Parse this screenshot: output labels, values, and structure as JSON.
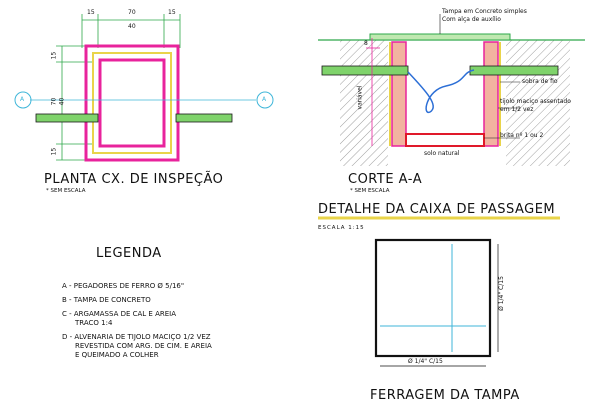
{
  "planta": {
    "title": "PLANTA CX. DE INSPEÇÃO",
    "subtitle": "* SEM ESCALA",
    "dims_top": [
      "15",
      "70",
      "15"
    ],
    "dim_inner": "40",
    "dims_left": [
      "15",
      "70",
      "15"
    ],
    "dim_inner_left": "40",
    "section_marker": "A"
  },
  "corte": {
    "title": "CORTE A-A",
    "subtitle": "* SEM ESCALA",
    "annotations": {
      "lid": "Tampa em Concreto simples",
      "handle": "Com alça de auxílio",
      "wire": "sobra de fio",
      "brick": "tijolo maciço assentado",
      "brick2": "em 1/2 vez",
      "gravel": "brita nº 1 ou 2",
      "soil": "solo natural"
    },
    "dim_top": "8",
    "dim_variable": "variável"
  },
  "legenda": {
    "title": "LEGENDA",
    "items": [
      "A - PEGADORES DE FERRO Ø 5/16\"",
      "B - TAMPA DE CONCRETO",
      "C - ARGAMASSA DE CAL E AREIA",
      "TRACO 1:4",
      "D - ALVENARIA DE TIJOLO MACIÇO 1/2 VEZ",
      "REVESTIDA COM ARG. DE CIM. E AREIA",
      "E QUEIMADO A COLHER"
    ]
  },
  "detalhe": {
    "title": "DETALHE DA CAIXA DE PASSAGEM",
    "scale": "ESCALA 1:15"
  },
  "ferragem": {
    "title": "FERRAGEM DA TAMPA",
    "dim_bottom": "Ø 1/4\" C/15",
    "dim_right": "Ø 1/4\" C/15"
  },
  "colors": {
    "magenta": "#e8239c",
    "green": "#2ea84a",
    "pipe": "#7fd36b",
    "yellow": "#e9d44a",
    "blue": "#2d6fd6",
    "cyan": "#3fb6d9",
    "red": "#e0192a",
    "peach": "#f2b3a0"
  }
}
